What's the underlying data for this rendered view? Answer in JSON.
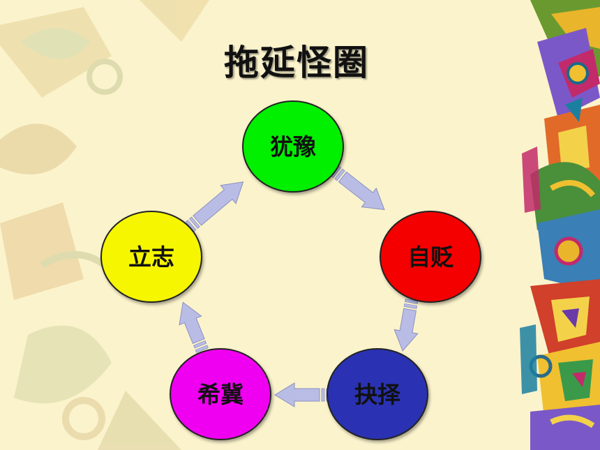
{
  "title": "拖延怪圈",
  "nodes": [
    {
      "label": "犹豫",
      "color": "#00f000"
    },
    {
      "label": "自贬",
      "color": "#f40000"
    },
    {
      "label": "抉择",
      "color": "#2b31b3"
    },
    {
      "label": "希冀",
      "color": "#f000f0"
    },
    {
      "label": "立志",
      "color": "#f6f600"
    }
  ],
  "arrow_color": "#b9bde6",
  "background_color": "#fbf3cc"
}
